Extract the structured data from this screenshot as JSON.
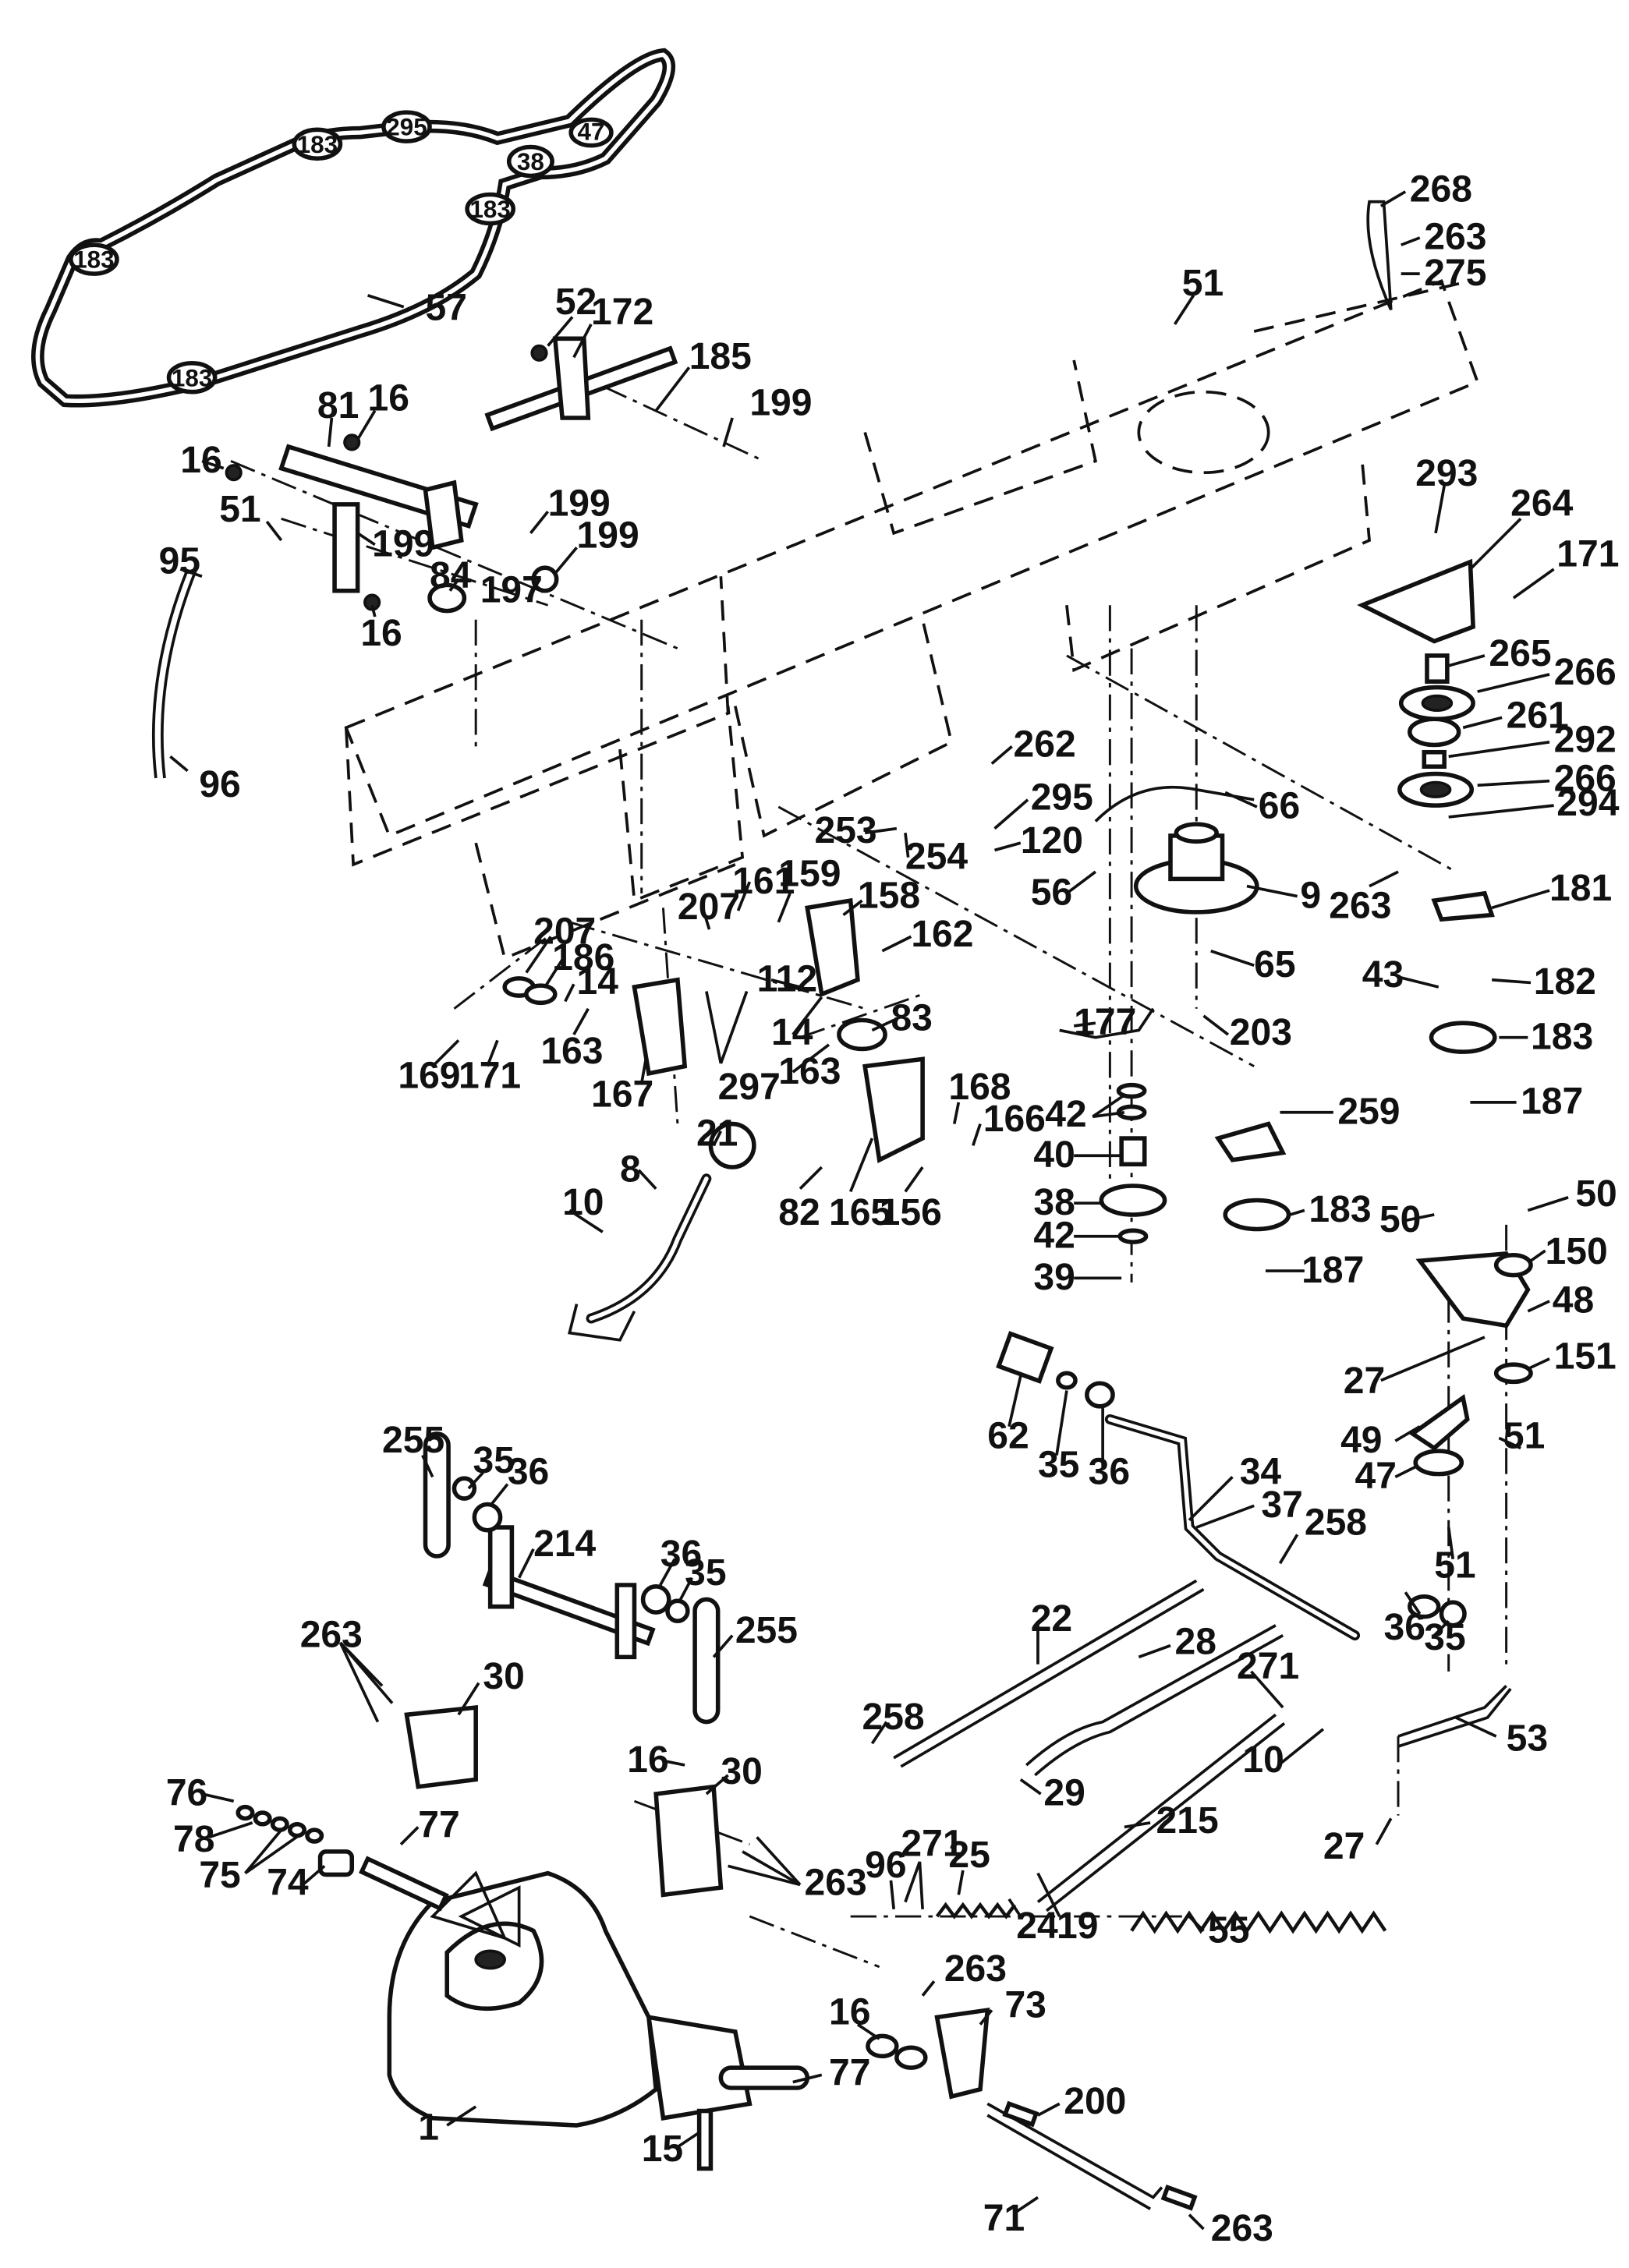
{
  "belt_labels": [
    "183",
    "295",
    "47",
    "38",
    "183",
    "183",
    "183"
  ],
  "callouts": [
    {
      "id": "c-57",
      "text": "57"
    },
    {
      "id": "c-52",
      "text": "52"
    },
    {
      "id": "c-172",
      "text": "172"
    },
    {
      "id": "c-185",
      "text": "185"
    },
    {
      "id": "c-199a",
      "text": "199"
    },
    {
      "id": "c-81",
      "text": "81"
    },
    {
      "id": "c-16a",
      "text": "16"
    },
    {
      "id": "c-16b",
      "text": "16"
    },
    {
      "id": "c-199b",
      "text": "199"
    },
    {
      "id": "c-199c",
      "text": "199"
    },
    {
      "id": "c-51a",
      "text": "51"
    },
    {
      "id": "c-199d",
      "text": "199"
    },
    {
      "id": "c-84",
      "text": "84"
    },
    {
      "id": "c-197",
      "text": "197"
    },
    {
      "id": "c-16c",
      "text": "16"
    },
    {
      "id": "c-95",
      "text": "95"
    },
    {
      "id": "c-96a",
      "text": "96"
    },
    {
      "id": "c-268",
      "text": "268"
    },
    {
      "id": "c-263a",
      "text": "263"
    },
    {
      "id": "c-275",
      "text": "275"
    },
    {
      "id": "c-51b",
      "text": "51"
    },
    {
      "id": "c-293",
      "text": "293"
    },
    {
      "id": "c-264",
      "text": "264"
    },
    {
      "id": "c-171a",
      "text": "171"
    },
    {
      "id": "c-265",
      "text": "265"
    },
    {
      "id": "c-266a",
      "text": "266"
    },
    {
      "id": "c-261",
      "text": "261"
    },
    {
      "id": "c-292",
      "text": "292"
    },
    {
      "id": "c-266b",
      "text": "266"
    },
    {
      "id": "c-294",
      "text": "294"
    },
    {
      "id": "c-262",
      "text": "262"
    },
    {
      "id": "c-295",
      "text": "295"
    },
    {
      "id": "c-120",
      "text": "120"
    },
    {
      "id": "c-66",
      "text": "66"
    },
    {
      "id": "c-253",
      "text": "253"
    },
    {
      "id": "c-254",
      "text": "254"
    },
    {
      "id": "c-56",
      "text": "56"
    },
    {
      "id": "c-9",
      "text": "9"
    },
    {
      "id": "c-263b",
      "text": "263"
    },
    {
      "id": "c-181",
      "text": "181"
    },
    {
      "id": "c-65",
      "text": "65"
    },
    {
      "id": "c-43",
      "text": "43"
    },
    {
      "id": "c-182",
      "text": "182"
    },
    {
      "id": "c-203",
      "text": "203"
    },
    {
      "id": "c-183",
      "text": "183"
    },
    {
      "id": "c-187a",
      "text": "187"
    },
    {
      "id": "c-161",
      "text": "161"
    },
    {
      "id": "c-159",
      "text": "159"
    },
    {
      "id": "c-158",
      "text": "158"
    },
    {
      "id": "c-207a",
      "text": "207"
    },
    {
      "id": "c-162",
      "text": "162"
    },
    {
      "id": "c-207b",
      "text": "207"
    },
    {
      "id": "c-186",
      "text": "186"
    },
    {
      "id": "c-14a",
      "text": "14"
    },
    {
      "id": "c-112",
      "text": "112"
    },
    {
      "id": "c-14b",
      "text": "14"
    },
    {
      "id": "c-163a",
      "text": "163"
    },
    {
      "id": "c-163b",
      "text": "163"
    },
    {
      "id": "c-83",
      "text": "83"
    },
    {
      "id": "c-169",
      "text": "169"
    },
    {
      "id": "c-171b",
      "text": "171"
    },
    {
      "id": "c-167",
      "text": "167"
    },
    {
      "id": "c-297",
      "text": "297"
    },
    {
      "id": "c-177",
      "text": "177"
    },
    {
      "id": "c-42a",
      "text": "42"
    },
    {
      "id": "c-259",
      "text": "259"
    },
    {
      "id": "c-168",
      "text": "168"
    },
    {
      "id": "c-166",
      "text": "166"
    },
    {
      "id": "c-21",
      "text": "21"
    },
    {
      "id": "c-8",
      "text": "8"
    },
    {
      "id": "c-82",
      "text": "82"
    },
    {
      "id": "c-165",
      "text": "165"
    },
    {
      "id": "c-156",
      "text": "156"
    },
    {
      "id": "c-40",
      "text": "40"
    },
    {
      "id": "c-38",
      "text": "38"
    },
    {
      "id": "c-183b",
      "text": "183"
    },
    {
      "id": "c-42b",
      "text": "42"
    },
    {
      "id": "c-39",
      "text": "39"
    },
    {
      "id": "c-187b",
      "text": "187"
    },
    {
      "id": "c-10a",
      "text": "10"
    },
    {
      "id": "c-50a",
      "text": "50"
    },
    {
      "id": "c-50b",
      "text": "50"
    },
    {
      "id": "c-150",
      "text": "150"
    },
    {
      "id": "c-48",
      "text": "48"
    },
    {
      "id": "c-27a",
      "text": "27"
    },
    {
      "id": "c-151",
      "text": "151"
    },
    {
      "id": "c-62",
      "text": "62"
    },
    {
      "id": "c-35a",
      "text": "35"
    },
    {
      "id": "c-36a",
      "text": "36"
    },
    {
      "id": "c-49",
      "text": "49"
    },
    {
      "id": "c-51c",
      "text": "51"
    },
    {
      "id": "c-47",
      "text": "47"
    },
    {
      "id": "c-34",
      "text": "34"
    },
    {
      "id": "c-37",
      "text": "37"
    },
    {
      "id": "c-51d",
      "text": "51"
    },
    {
      "id": "c-255a",
      "text": "255"
    },
    {
      "id": "c-35b",
      "text": "35"
    },
    {
      "id": "c-36b",
      "text": "36"
    },
    {
      "id": "c-214",
      "text": "214"
    },
    {
      "id": "c-36c",
      "text": "36"
    },
    {
      "id": "c-35c",
      "text": "35"
    },
    {
      "id": "c-255b",
      "text": "255"
    },
    {
      "id": "c-258a",
      "text": "258"
    },
    {
      "id": "c-22",
      "text": "22"
    },
    {
      "id": "c-28",
      "text": "28"
    },
    {
      "id": "c-36d",
      "text": "36"
    },
    {
      "id": "c-35d",
      "text": "35"
    },
    {
      "id": "c-263c",
      "text": "263"
    },
    {
      "id": "c-30a",
      "text": "30"
    },
    {
      "id": "c-271a",
      "text": "271"
    },
    {
      "id": "c-258b",
      "text": "258"
    },
    {
      "id": "c-10b",
      "text": "10"
    },
    {
      "id": "c-53",
      "text": "53"
    },
    {
      "id": "c-29",
      "text": "29"
    },
    {
      "id": "c-16d",
      "text": "16"
    },
    {
      "id": "c-30b",
      "text": "30"
    },
    {
      "id": "c-215",
      "text": "215"
    },
    {
      "id": "c-76",
      "text": "76"
    },
    {
      "id": "c-77a",
      "text": "77"
    },
    {
      "id": "c-78",
      "text": "78"
    },
    {
      "id": "c-75",
      "text": "75"
    },
    {
      "id": "c-74",
      "text": "74"
    },
    {
      "id": "c-27b",
      "text": "27"
    },
    {
      "id": "c-263d",
      "text": "263"
    },
    {
      "id": "c-271b",
      "text": "271"
    },
    {
      "id": "c-96b",
      "text": "96"
    },
    {
      "id": "c-25",
      "text": "25"
    },
    {
      "id": "c-24",
      "text": "24"
    },
    {
      "id": "c-19",
      "text": "19"
    },
    {
      "id": "c-55",
      "text": "55"
    },
    {
      "id": "c-263e",
      "text": "263"
    },
    {
      "id": "c-73",
      "text": "73"
    },
    {
      "id": "c-16e",
      "text": "16"
    },
    {
      "id": "c-77b",
      "text": "77"
    },
    {
      "id": "c-200",
      "text": "200"
    },
    {
      "id": "c-1",
      "text": "1"
    },
    {
      "id": "c-15",
      "text": "15"
    },
    {
      "id": "c-71",
      "text": "71"
    },
    {
      "id": "c-263f",
      "text": "263"
    }
  ]
}
